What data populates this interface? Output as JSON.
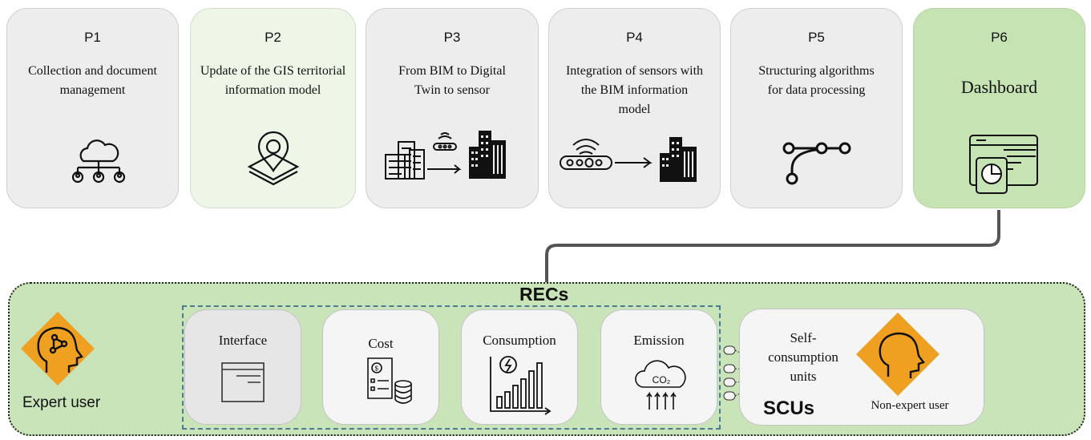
{
  "phases": [
    {
      "id": "P1",
      "title": "Collection and document management"
    },
    {
      "id": "P2",
      "title": "Update of the GIS territorial information model"
    },
    {
      "id": "P3",
      "title": "From BIM to Digital Twin to sensor"
    },
    {
      "id": "P4",
      "title": "Integration of sensors with the BIM information model"
    },
    {
      "id": "P5",
      "title": "Structuring algorithms for data processing"
    },
    {
      "id": "P6",
      "title": "Dashboard"
    }
  ],
  "recs": {
    "title": "RECs",
    "modules": [
      "Interface",
      "Cost",
      "Consumption",
      "Emission"
    ],
    "emission_icon_text": "CO₂",
    "expert_user": "Expert user",
    "scu_label": "Self-consumption units",
    "scus": "SCUs",
    "non_expert_user": "Non-expert user"
  },
  "colors": {
    "phase_gray": "#ededed",
    "phase_light_green": "#eef6e8",
    "dashboard_green": "#c5e3b3",
    "recs_green": "#c8e4b8",
    "user_diamond": "#f0a020",
    "dashed_border": "#4c7b95"
  }
}
